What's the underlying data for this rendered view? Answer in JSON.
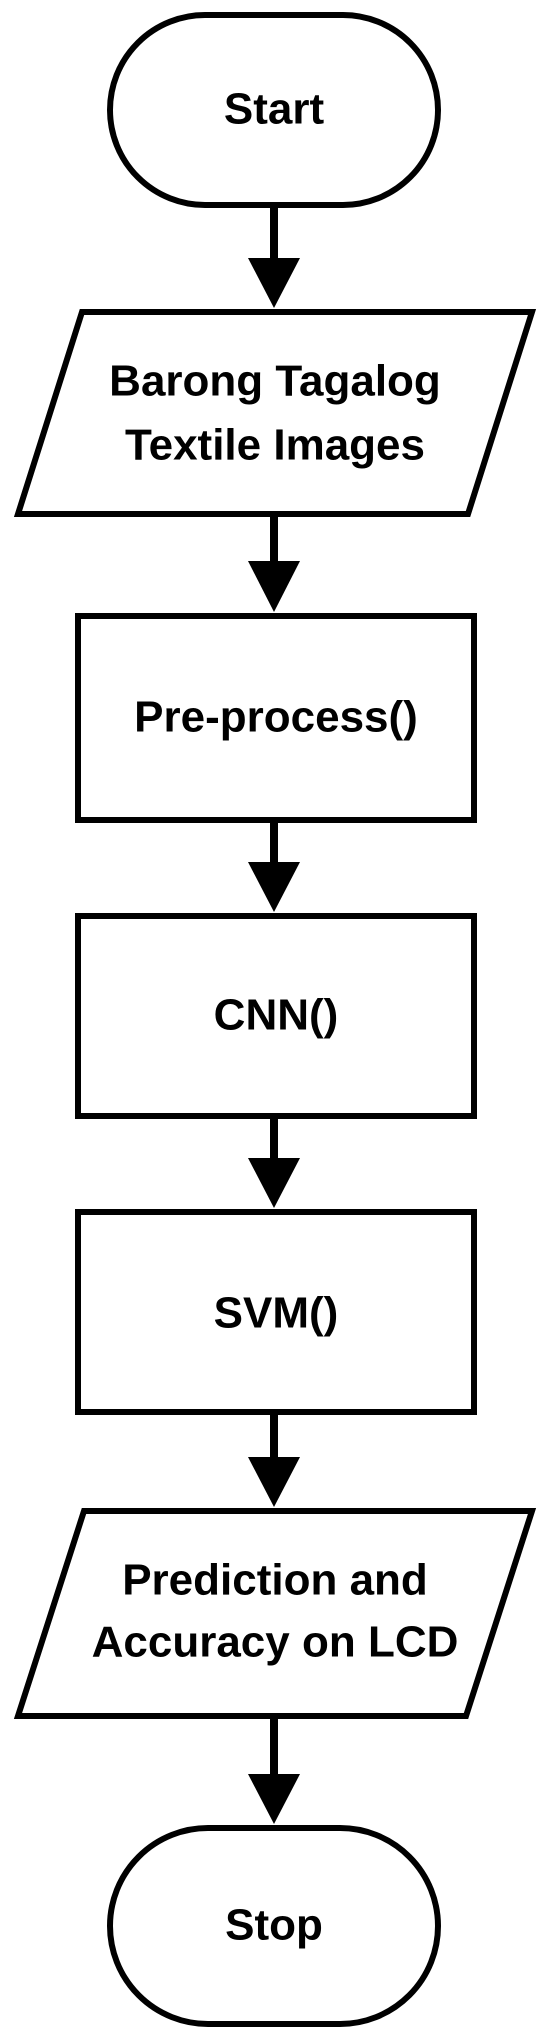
{
  "flowchart": {
    "start": "Start",
    "input": [
      "Barong Tagalog",
      "Textile Images"
    ],
    "preprocess": "Pre-process()",
    "cnn": "CNN()",
    "svm": "SVM()",
    "output": [
      "Prediction and",
      "Accuracy on LCD"
    ],
    "stop": "Stop"
  }
}
